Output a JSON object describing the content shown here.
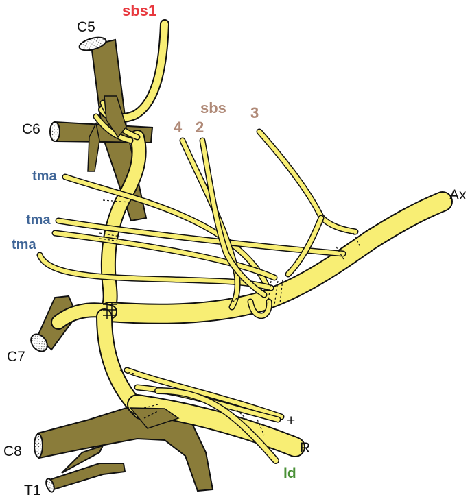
{
  "colors": {
    "root_olive": "#8a7c3a",
    "nerve_yellow": "#f8ee74",
    "outline": "#111111",
    "sbs1_red": "#e8393f",
    "sbs_brown": "#b08a78",
    "tma_blue": "#3f6597",
    "ld_green": "#4b9138"
  },
  "labels": {
    "c5": "C5",
    "c6": "C6",
    "c7": "C7",
    "c8": "C8",
    "t1": "T1",
    "sbs1": "sbs1",
    "sbs": "sbs",
    "sbs_4": "4",
    "sbs_2": "2",
    "sbs_3": "3",
    "tma_1": "tma",
    "tma_2": "tma",
    "tma_3": "tma",
    "ax": "Ax",
    "plus": "+",
    "r": "R",
    "ld": "ld"
  }
}
